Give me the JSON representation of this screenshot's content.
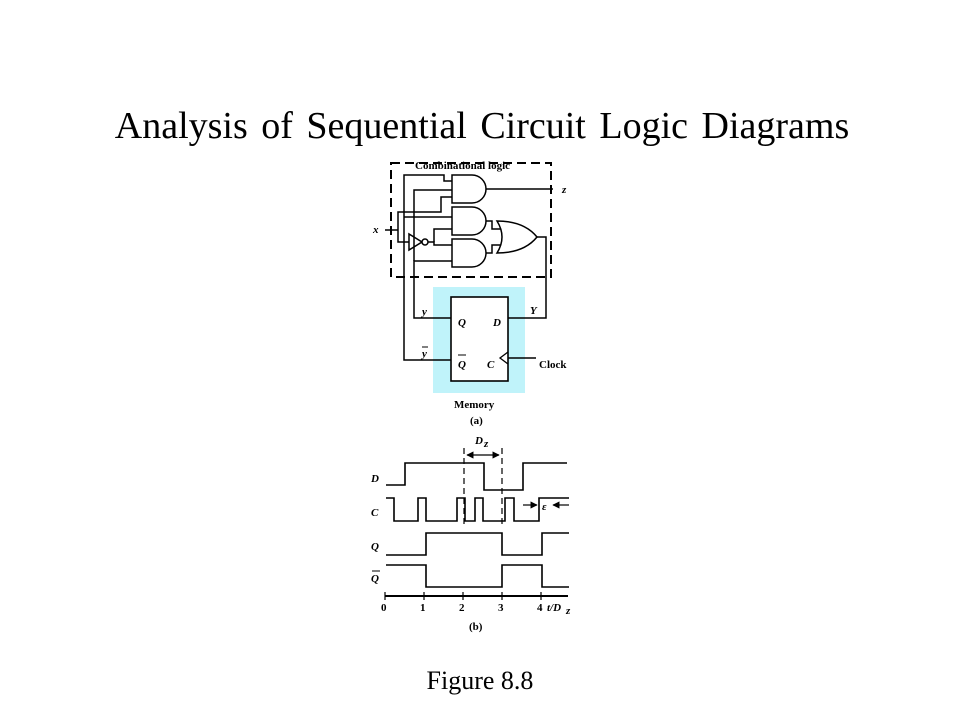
{
  "slide": {
    "title": "Analysis of Sequential Circuit Logic Diagrams",
    "caption": "Figure 8.8"
  },
  "circuit": {
    "combinational_label": "Combinational logic",
    "input_x": "x",
    "output_z": "z",
    "state_y": "y",
    "state_y_bar": "y",
    "next_state": "Y",
    "ff_q": "Q",
    "ff_qbar": "Q",
    "ff_d": "D",
    "ff_c": "C",
    "clock": "Clock",
    "memory": "Memory",
    "sublabel_a": "(a)",
    "memory_fill": "#c0f3fa"
  },
  "timing": {
    "delay_label": "D",
    "delay_sub": "z",
    "epsilon": "ε",
    "signals": [
      "D",
      "C",
      "Q",
      "Q"
    ],
    "ticks": [
      "0",
      "1",
      "2",
      "3",
      "4"
    ],
    "axis_label": "t/D",
    "axis_sub": "z",
    "sublabel_b": "(b)"
  }
}
